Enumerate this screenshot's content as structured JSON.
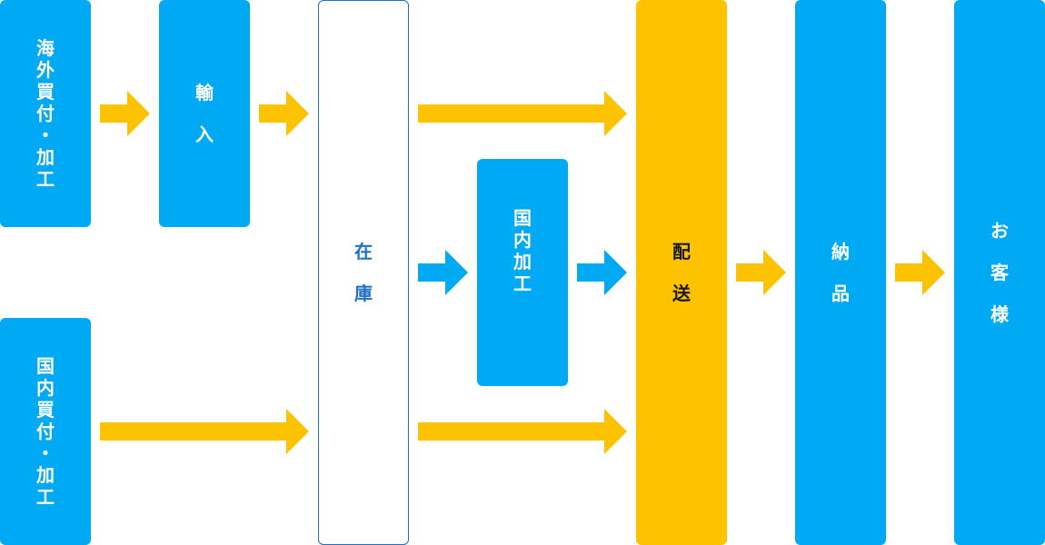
{
  "colors": {
    "blue": "#00a9f4",
    "gold": "#fdc200",
    "outline": "#1d6fc7"
  },
  "nodes": {
    "overseas": "海外買付・加工",
    "import": "輸入",
    "domestic_buy": "国内買付・加工",
    "stock": "在庫",
    "domestic_proc": "国内加工",
    "delivery": "配送",
    "nohin": "納品",
    "customer": "お客様"
  }
}
